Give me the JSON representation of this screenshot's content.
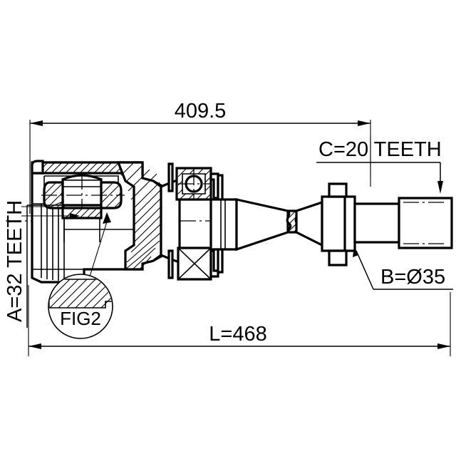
{
  "drawing": {
    "title": "CV joint drive shaft technical drawing",
    "part_type": "inner-cv-joint-with-shaft",
    "view": "sectioned side elevation",
    "background_color": "#ffffff",
    "line_color": "#000000"
  },
  "dimensions": {
    "joint_length": {
      "label": "409.5",
      "unit": "mm",
      "placement": "top",
      "style": "arrow-both-ends"
    },
    "overall_length": {
      "label": "L=468",
      "unit": "mm",
      "placement": "bottom",
      "style": "arrow-both-ends"
    }
  },
  "callouts": {
    "spline_a": {
      "label": "A=32 TEETH",
      "orientation": "vertical-bottom-to-top",
      "placement": "left"
    },
    "spline_c": {
      "label": "C=20 TEETH",
      "orientation": "horizontal",
      "placement": "top-right",
      "leader": "down-arrow-to-shaft-end"
    },
    "diameter_b": {
      "label": "B=Ø35",
      "orientation": "horizontal",
      "placement": "bottom-right",
      "leader": "up-left-arrow-to-shaft"
    },
    "detail_fig": {
      "label": "FIG2",
      "shape": "circle-detail-bubble",
      "placement": "bottom-left"
    }
  }
}
